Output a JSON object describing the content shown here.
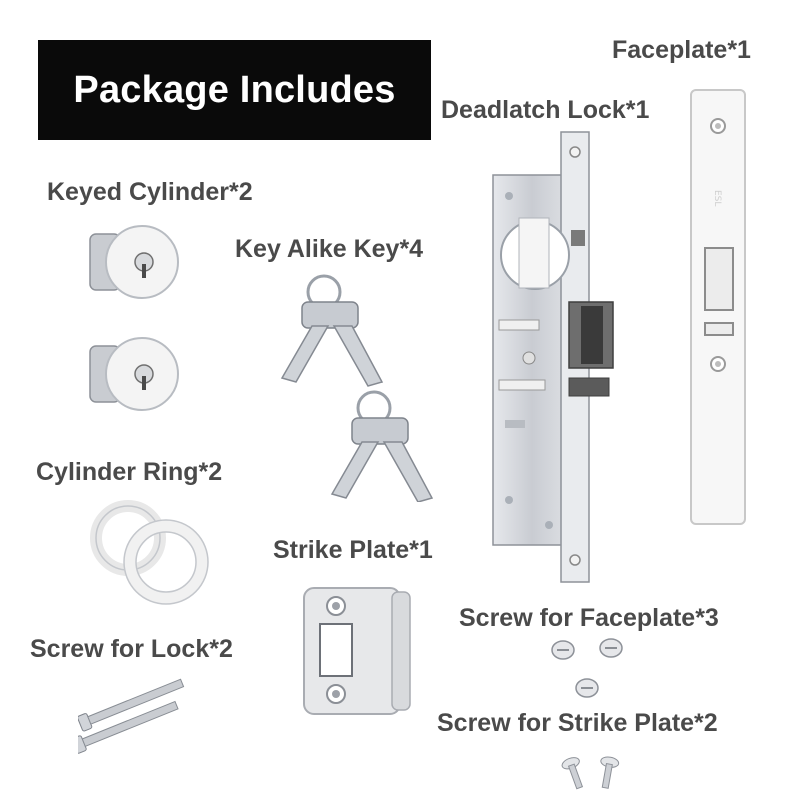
{
  "title": "Package Includes",
  "items": {
    "faceplate": "Faceplate*1",
    "deadlatch": "Deadlatch Lock*1",
    "keyed_cylinder": "Keyed Cylinder*2",
    "key": "Key Alike Key*4",
    "cylinder_ring": "Cylinder Ring*2",
    "strike_plate": "Strike Plate*1",
    "screw_faceplate": "Screw for Faceplate*3",
    "screw_lock": "Screw for Lock*2",
    "screw_strike": "Screw for Strike Plate*2"
  },
  "colors": {
    "banner_bg": "#0a0a0a",
    "banner_text": "#ffffff",
    "label_text": "#4a4a4a",
    "metal": "#d4d6da",
    "white_part": "#f6f6f6"
  }
}
